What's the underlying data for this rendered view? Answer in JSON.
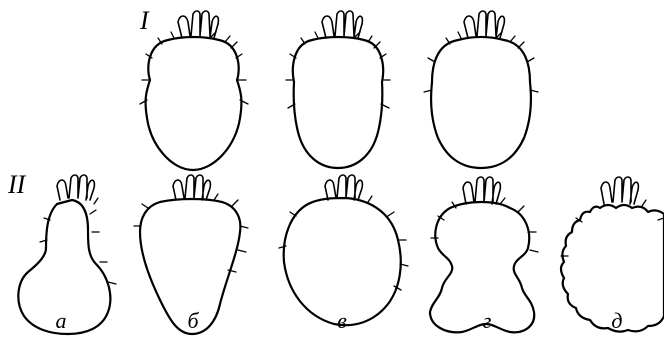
{
  "rows": [
    {
      "label": "I"
    },
    {
      "label": "II"
    }
  ],
  "captions": [
    "а",
    "б",
    "в",
    "г",
    "д"
  ],
  "colors": {
    "ink": "#000000",
    "background": "#ffffff"
  }
}
